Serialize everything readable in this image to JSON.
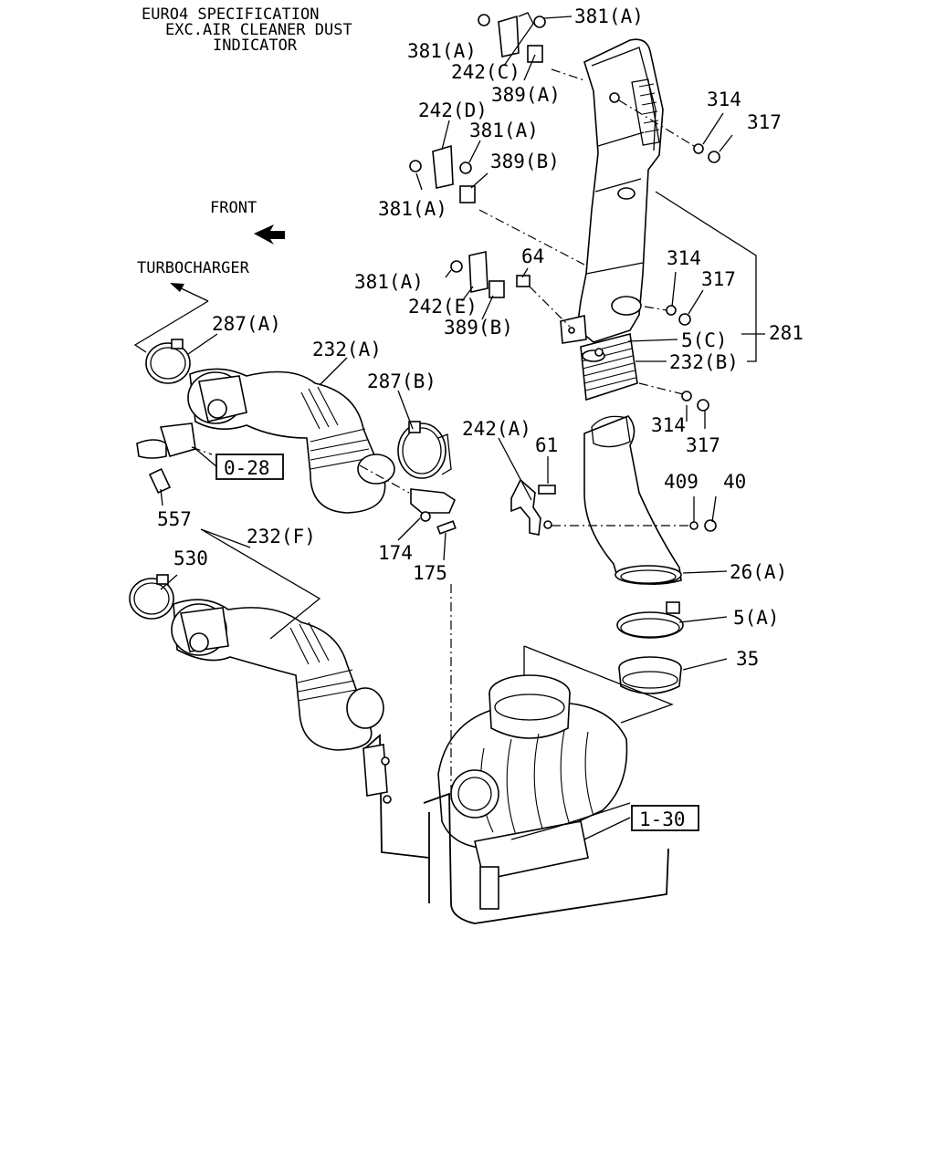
{
  "header": {
    "line1": "EURO4 SPECIFICATION",
    "line2": "EXC.AIR CLEANER DUST",
    "line3": "INDICATOR"
  },
  "direction_labels": {
    "front": "FRONT",
    "turbocharger": "TURBOCHARGER"
  },
  "callouts": {
    "c381a_top_right": "381(A)",
    "c381a_top_left": "381(A)",
    "c242c": "242(C)",
    "c389a": "389(A)",
    "c242d": "242(D)",
    "c381a_mid": "381(A)",
    "c389b_upper": "389(B)",
    "c381a_left": "381(A)",
    "c314_top": "314",
    "c317_top": "317",
    "c64": "64",
    "c381a_lower": "381(A)",
    "c242e": "242(E)",
    "c389b_lower": "389(B)",
    "c314_mid": "314",
    "c317_mid": "317",
    "c5c": "5(C)",
    "c281": "281",
    "c232b": "232(B)",
    "c314_low": "314",
    "c317_low": "317",
    "c287a": "287(A)",
    "c232a": "232(A)",
    "c287b": "287(B)",
    "c242a": "242(A)",
    "c61": "61",
    "c409": "409",
    "c40": "40",
    "c557": "557",
    "c174": "174",
    "c175": "175",
    "c26a": "26(A)",
    "c232f": "232(F)",
    "c530": "530",
    "c5a": "5(A)",
    "c35": "35"
  },
  "references": {
    "ref_0_28": "0-28",
    "ref_1_30": "1-30"
  }
}
